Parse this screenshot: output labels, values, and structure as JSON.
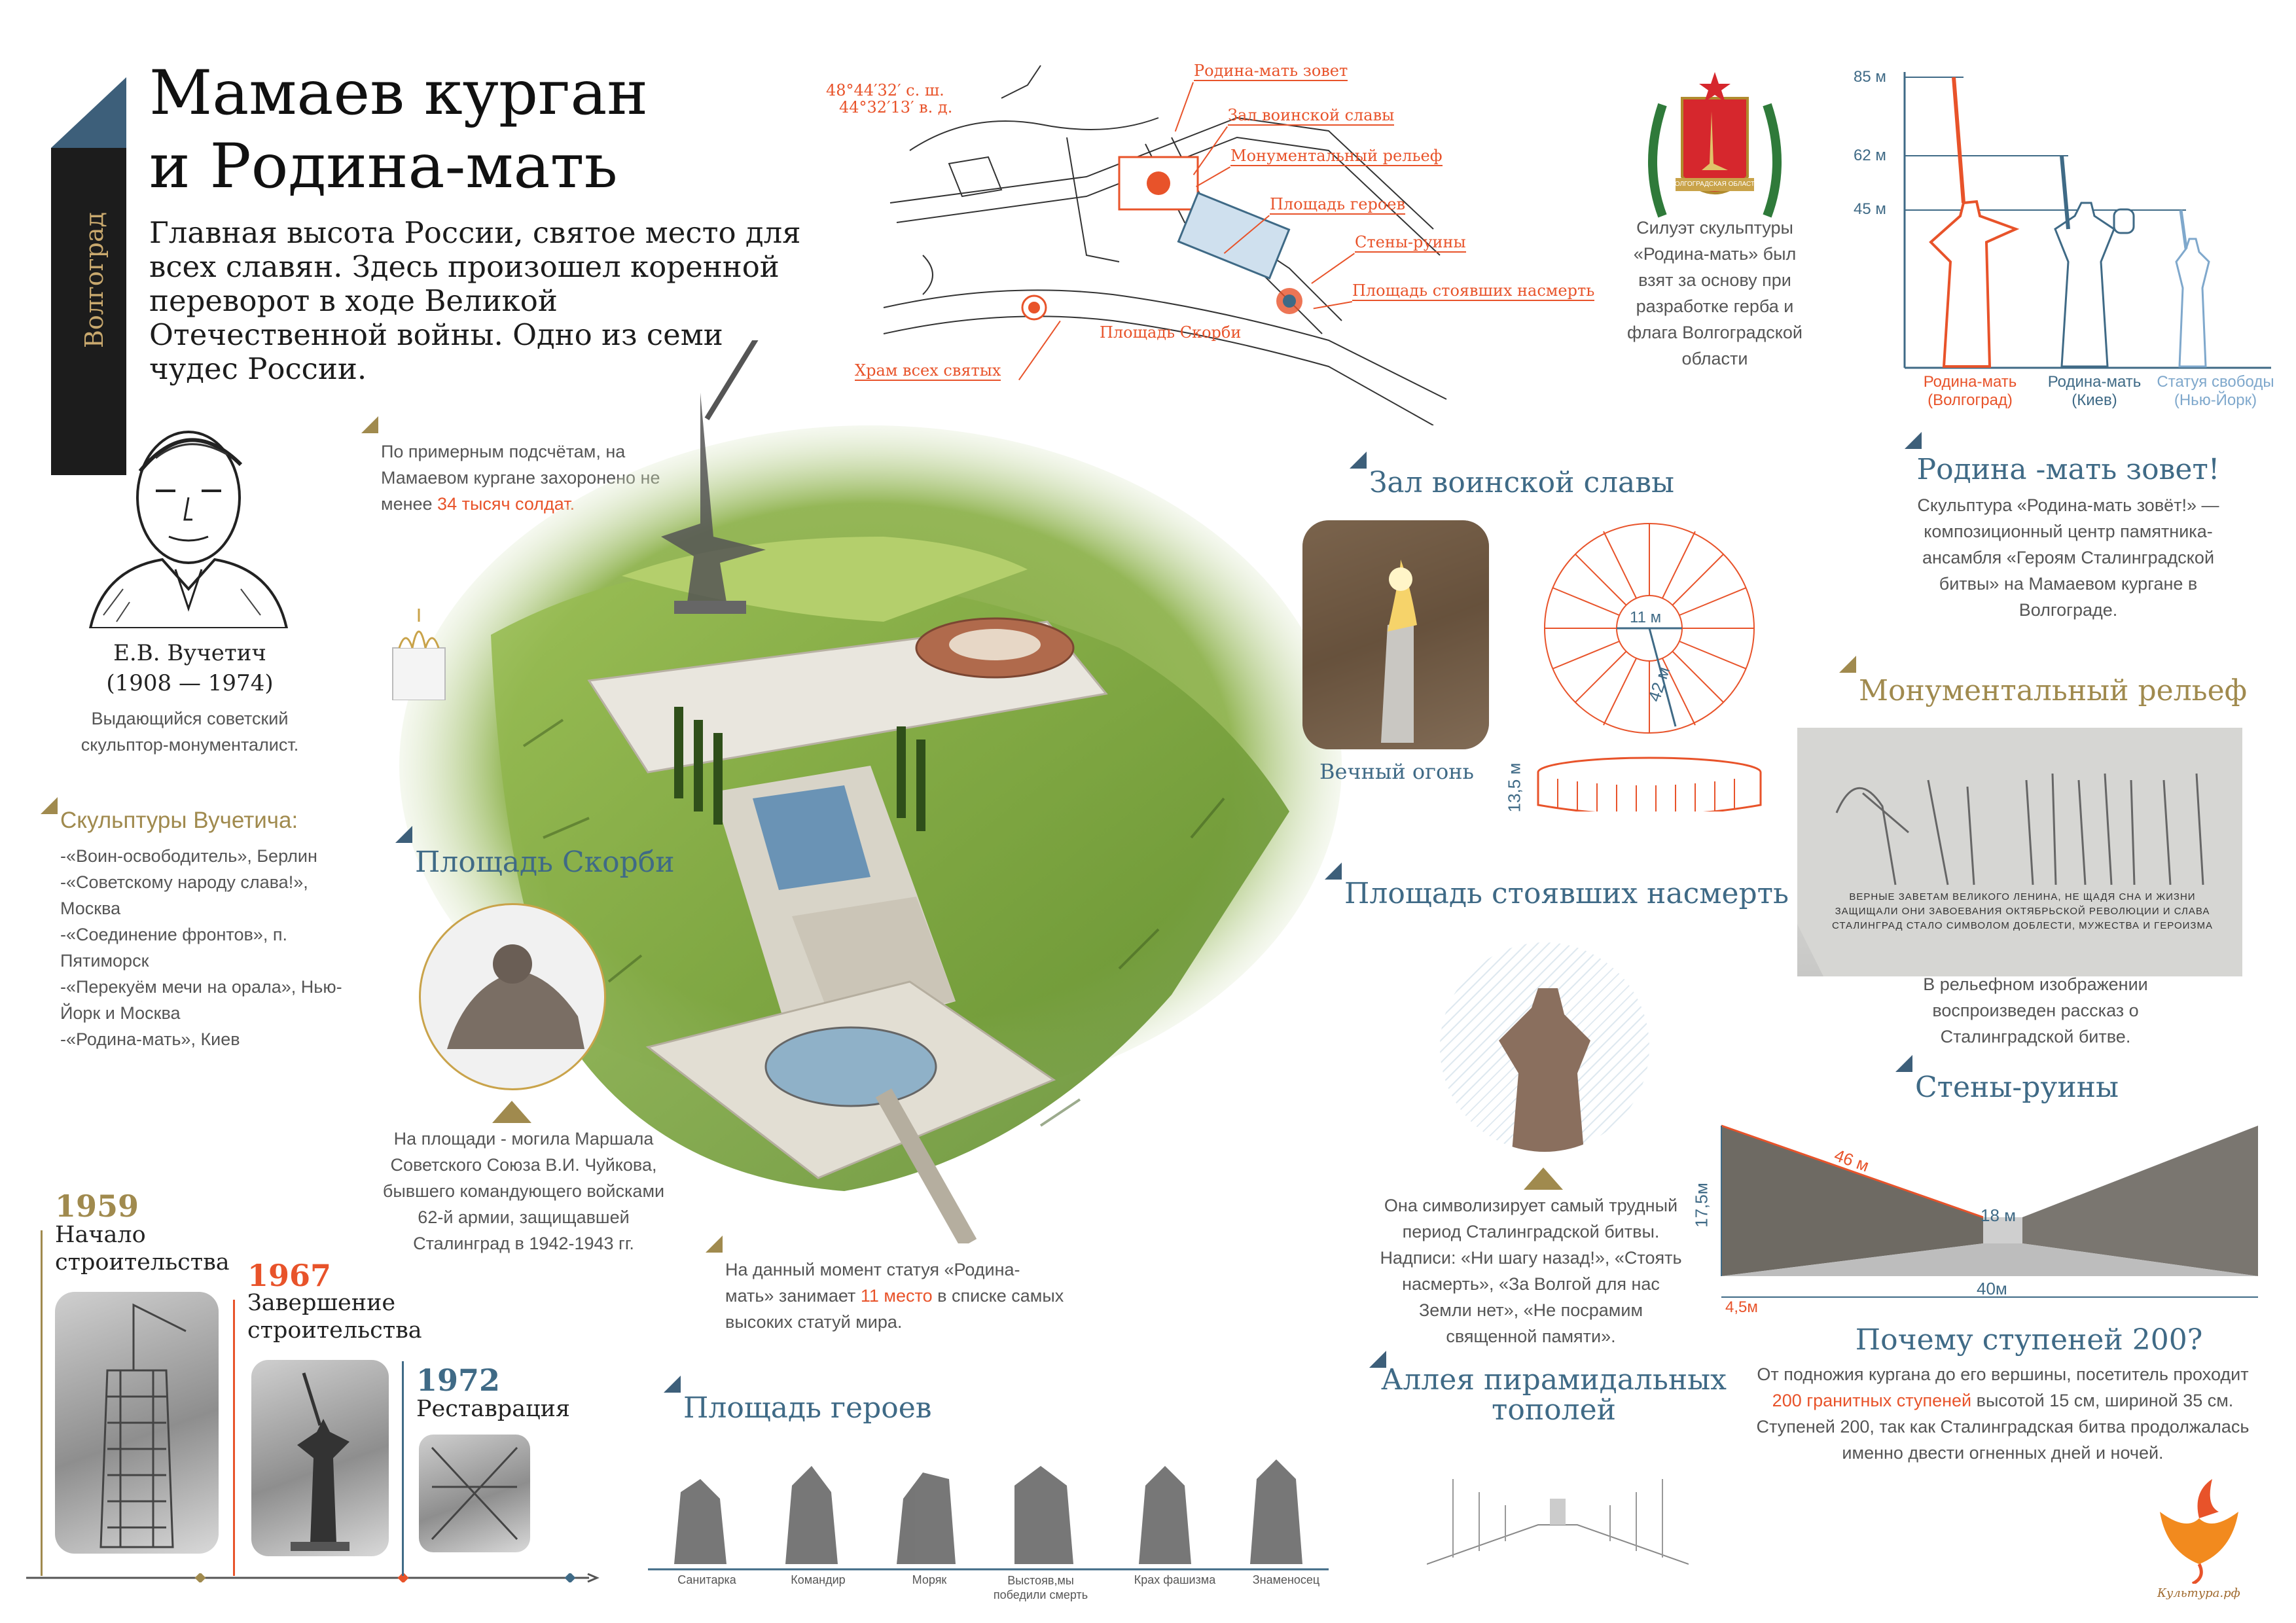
{
  "header": {
    "side_label": "Волгоград",
    "title_line1": "Мамаев курган",
    "title_line2": "и Родина-мать",
    "subtitle": "Главная высота России, святое место для всех славян. Здесь произошел коренной переворот в ходе Великой Отечественной войны. Одно из семи чудес России."
  },
  "sculptor": {
    "name": "Е.В. Вучетич",
    "years": "(1908 — 1974)",
    "desc": "Выдающийся советский скульптор-монументалист."
  },
  "works": {
    "title": "Скульптуры Вучетича:",
    "items": [
      "-«Воин-освободитель», Берлин",
      "-«Советскому народу слава!», Москва",
      "-«Соединение фронтов», п. Пятиморск",
      "-«Перекуём мечи на орала», Нью-Йорк и Москва",
      "-«Родина-мать», Киев"
    ]
  },
  "burials": {
    "text": "По примерным подсчётам, на Мамаевом кургане захоронено не менее",
    "highlight": "34 тысяч солдат."
  },
  "map": {
    "coords_line1": "48°44′32′ с. ш.",
    "coords_line2": "44°32′13′ в. д.",
    "labels": {
      "rodina": "Родина-мать зовет",
      "hall": "Зал воинской славы",
      "relief": "Монументальный рельеф",
      "heroes": "Площадь героев",
      "ruins": "Стены-руины",
      "deadstand": "Площадь стоявших насмерть",
      "sorrow": "Площадь Скорби",
      "church": "Храм всех святых"
    }
  },
  "emblem": {
    "ribbon": "ВОЛГОГРАДСКАЯ ОБЛАСТЬ",
    "caption": "Силуэт скульптуры «Родина-мать» был взят за основу при разработке герба и флага Волгоградской области"
  },
  "comparison": {
    "heights": [
      "85 м",
      "62 м",
      "45 м"
    ],
    "statues": [
      {
        "name": "Родина-мать",
        "place": "(Волгоград)"
      },
      {
        "name": "Родина-мать",
        "place": "(Киев)"
      },
      {
        "name": "Статуя свободы",
        "place": "(Нью-Йорк)"
      }
    ],
    "colors": {
      "volgograd": "#e8532a",
      "kiev": "#3f6a86",
      "liberty": "#7fa8cc"
    }
  },
  "rodina": {
    "title": "Родина -мать зовет!",
    "text": "Скульптура «Родина-мать зовёт!» — композиционный центр памятника-ансамбля «Героям Сталинградской битвы» на Мамаевом кургане в Волгограде."
  },
  "hall": {
    "title": "Зал воинской славы",
    "caption": "Вечный огонь",
    "dim_diameter": "11 м",
    "dim_radius": "42 м",
    "dim_height": "13,5 м"
  },
  "relief": {
    "title": "Монументальный рельеф",
    "inscription": "ВЕРНЫЕ ЗАВЕТАМ ВЕЛИКОГО ЛЕНИНА, НЕ ЩАДЯ СНА И ЖИЗНИ ЗАЩИЩАЛИ ОНИ ЗАВОЕВАНИЯ ОКТЯБРЬСКОЙ РЕВОЛЮЦИИ И СЛАВА СТАЛИНГРАД СТАЛО СИМВОЛОМ ДОБЛЕСТИ, МУЖЕСТВА И ГЕРОИЗМА",
    "caption": "В рельефном изображении воспроизведен рассказ о Сталинградской битве."
  },
  "ruins": {
    "title": "Стены-руины",
    "d46": "46 м",
    "d18": "18 м",
    "d175": "17,5м",
    "d45": "4,5м",
    "d40": "40м"
  },
  "steps": {
    "title": "Почему ступеней 200?",
    "text1": "От подножия кургана до его вершины, посетитель проходит",
    "highlight": "200 гранитных ступеней",
    "text2": "высотой 15 см, шириной 35 см. Ступеней 200, так как Сталинградская битва продолжалась именно двести огненных дней и ночей."
  },
  "sorrow": {
    "title": "Площадь Скорби",
    "text": "На площади - могила Маршала Советского Союза В.И. Чуйкова, бывшего командующего войсками 62-й армии, защищавшей Сталинград в 1942-1943 гг."
  },
  "deadstand": {
    "title": "Площадь стоявших насмерть",
    "text": "Она символизирует самый трудный период Сталинградской битвы. Надписи: «Ни шагу назад!», «Стоять насмерть», «За Волгой для нас Земли нет», «Не посрамим священной памяти»."
  },
  "rank": {
    "text1": "На данный момент статуя «Родина-мать» занимает",
    "highlight": "11 место",
    "text2": "в списке самых высоких статуй мира."
  },
  "heroes": {
    "title": "Площадь героев",
    "statues": [
      "Санитарка",
      "Командир",
      "Моряк",
      "Выстояв,мы победили смерть",
      "Крах фашизма",
      "Знаменосец"
    ]
  },
  "alley": {
    "title": "Аллея пирамидальных тополей"
  },
  "timeline": [
    {
      "year": "1959",
      "label": "Начало строительства",
      "color": "#a08a4e"
    },
    {
      "year": "1967",
      "label": "Завершение строительства",
      "color": "#e8532a"
    },
    {
      "year": "1972",
      "label": "Реставрация",
      "color": "#3f6a86"
    }
  ],
  "logo": {
    "text": "Культура.рф"
  }
}
